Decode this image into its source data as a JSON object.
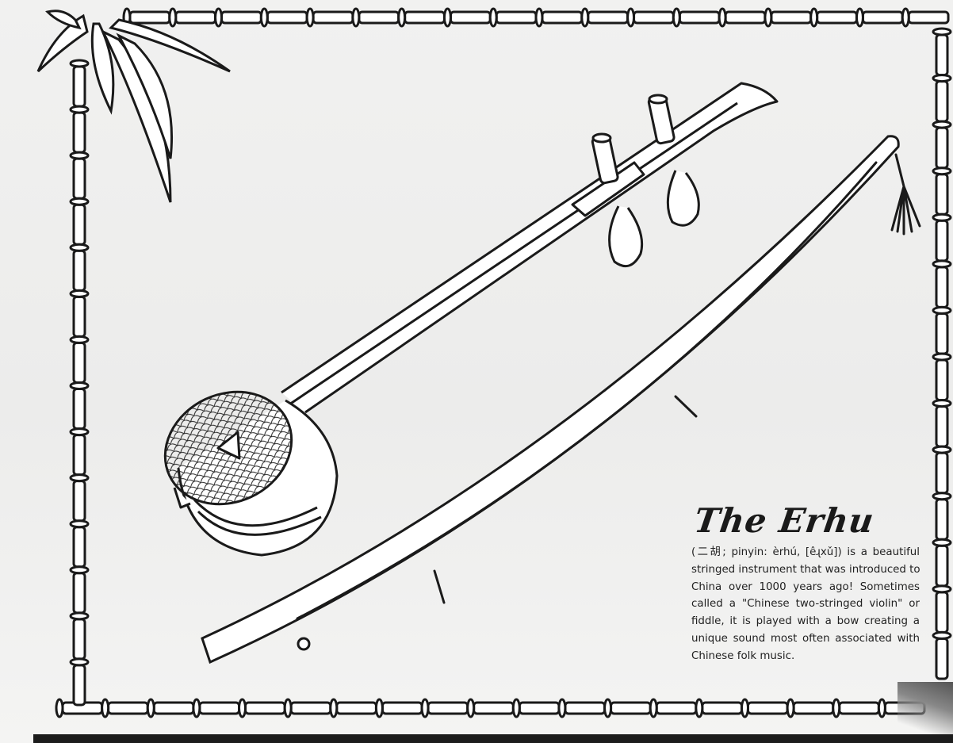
{
  "page": {
    "title": "The Erhu",
    "description_lines": [
      "(二胡; pinyin: èrhú, [êɻxǔ]) is a beautiful",
      "stringed instrument that was introduced to",
      "China over 1000 years ago! Sometimes",
      "called a \"Chinese two-stringed violin\" or",
      "fiddle, it is played with a bow creating a",
      "unique sound most often associated with",
      "Chinese folk music."
    ]
  },
  "illustration": {
    "subject": "erhu-with-bow",
    "border": "bamboo-frame",
    "ink_color": "#1a1a1a",
    "paper_color": "#efefee"
  }
}
